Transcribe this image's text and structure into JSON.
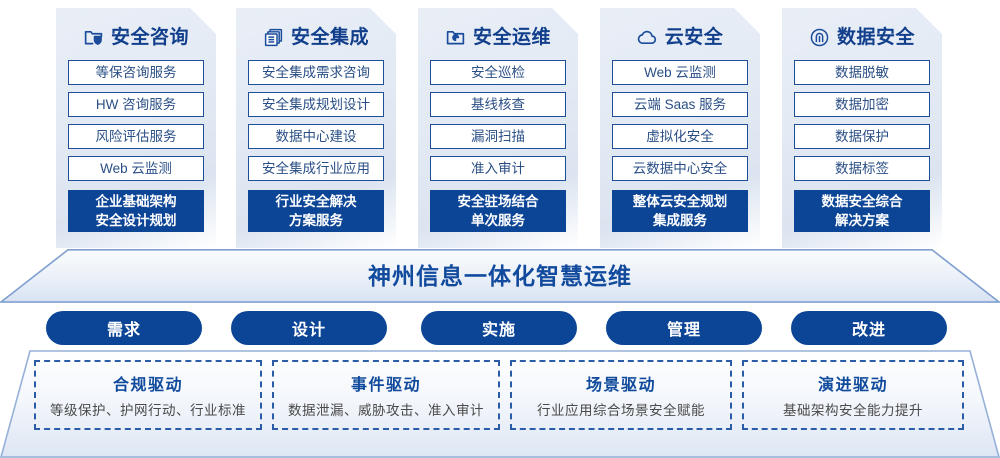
{
  "columns": [
    {
      "icon": "folder-shield-icon",
      "title": "安全咨询",
      "items": [
        "等保咨询服务",
        "HW 咨询服务",
        "风险评估服务",
        "Web 云监测"
      ],
      "footer_line1": "企业基础架构",
      "footer_line2": "安全设计规划"
    },
    {
      "icon": "documents-stack-icon",
      "title": "安全集成",
      "items": [
        "安全集成需求咨询",
        "安全集成规划设计",
        "数据中心建设",
        "安全集成行业应用"
      ],
      "footer_line1": "行业安全解决",
      "footer_line2": "方案服务"
    },
    {
      "icon": "folder-chart-icon",
      "title": "安全运维",
      "items": [
        "安全巡检",
        "基线核查",
        "漏洞扫描",
        "准入审计"
      ],
      "footer_line1": "安全驻场结合",
      "footer_line2": "单次服务"
    },
    {
      "icon": "cloud-icon",
      "title": "云安全",
      "items": [
        "Web 云监测",
        "云端 Saas 服务",
        "虚拟化安全",
        "云数据中心安全"
      ],
      "footer_line1": "整体云安全规划",
      "footer_line2": "集成服务"
    },
    {
      "icon": "fingerprint-icon",
      "title": "数据安全",
      "items": [
        "数据脱敏",
        "数据加密",
        "数据保护",
        "数据标签"
      ],
      "footer_line1": "数据安全综合",
      "footer_line2": "解决方案"
    }
  ],
  "banner": {
    "text": "神州信息一体化智慧运维"
  },
  "phases": [
    {
      "label": "需求"
    },
    {
      "label": "设计"
    },
    {
      "label": "实施"
    },
    {
      "label": "管理"
    },
    {
      "label": "改进"
    }
  ],
  "drivers": [
    {
      "title": "合规驱动",
      "desc": "等级保护、护网行动、行业标准"
    },
    {
      "title": "事件驱动",
      "desc": "数据泄漏、威胁攻击、准入审计"
    },
    {
      "title": "场景驱动",
      "desc": "行业应用综合场景安全赋能"
    },
    {
      "title": "演进驱动",
      "desc": "基础架构安全能力提升"
    }
  ],
  "colors": {
    "brand_dark_blue": "#0C4596",
    "brand_title_blue": "#123F8C",
    "card_border_blue": "#1D4E9C",
    "dashed_border_blue": "#2A5CA8",
    "body_text_gray": "#4A4A4A"
  }
}
